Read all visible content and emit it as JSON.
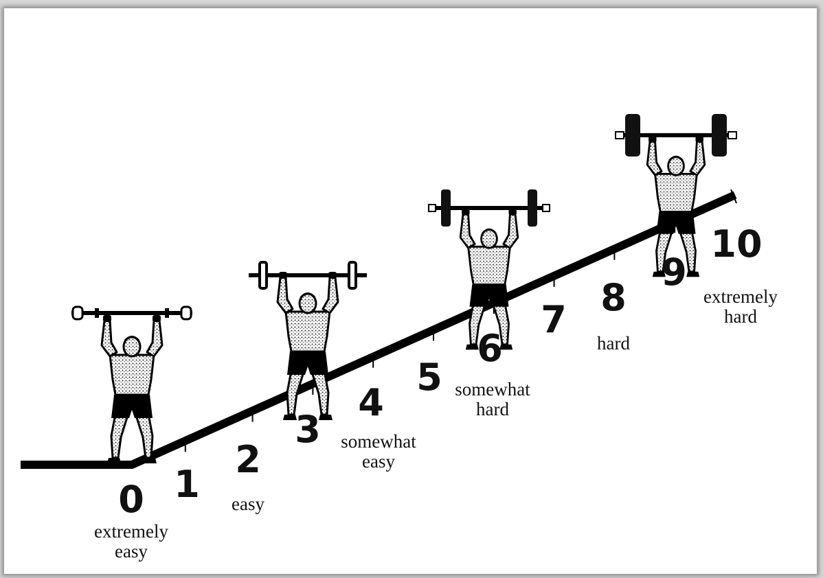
{
  "scale": {
    "levels": [
      {
        "number": "0",
        "label": "extremely\neasy"
      },
      {
        "number": "1",
        "label": ""
      },
      {
        "number": "2",
        "label": "easy"
      },
      {
        "number": "3",
        "label": ""
      },
      {
        "number": "4",
        "label": "somewhat\neasy"
      },
      {
        "number": "5",
        "label": ""
      },
      {
        "number": "6",
        "label": "somewhat\nhard"
      },
      {
        "number": "7",
        "label": ""
      },
      {
        "number": "8",
        "label": "hard"
      },
      {
        "number": "9",
        "label": ""
      },
      {
        "number": "10",
        "label": "extremely\nhard"
      }
    ],
    "line_color": "#000000",
    "figures": [
      {
        "icon": "weightlifter-icon",
        "weight": "light"
      },
      {
        "icon": "weightlifter-icon",
        "weight": "moderate"
      },
      {
        "icon": "weightlifter-icon",
        "weight": "heavy"
      },
      {
        "icon": "weightlifter-icon",
        "weight": "very-heavy"
      }
    ]
  }
}
